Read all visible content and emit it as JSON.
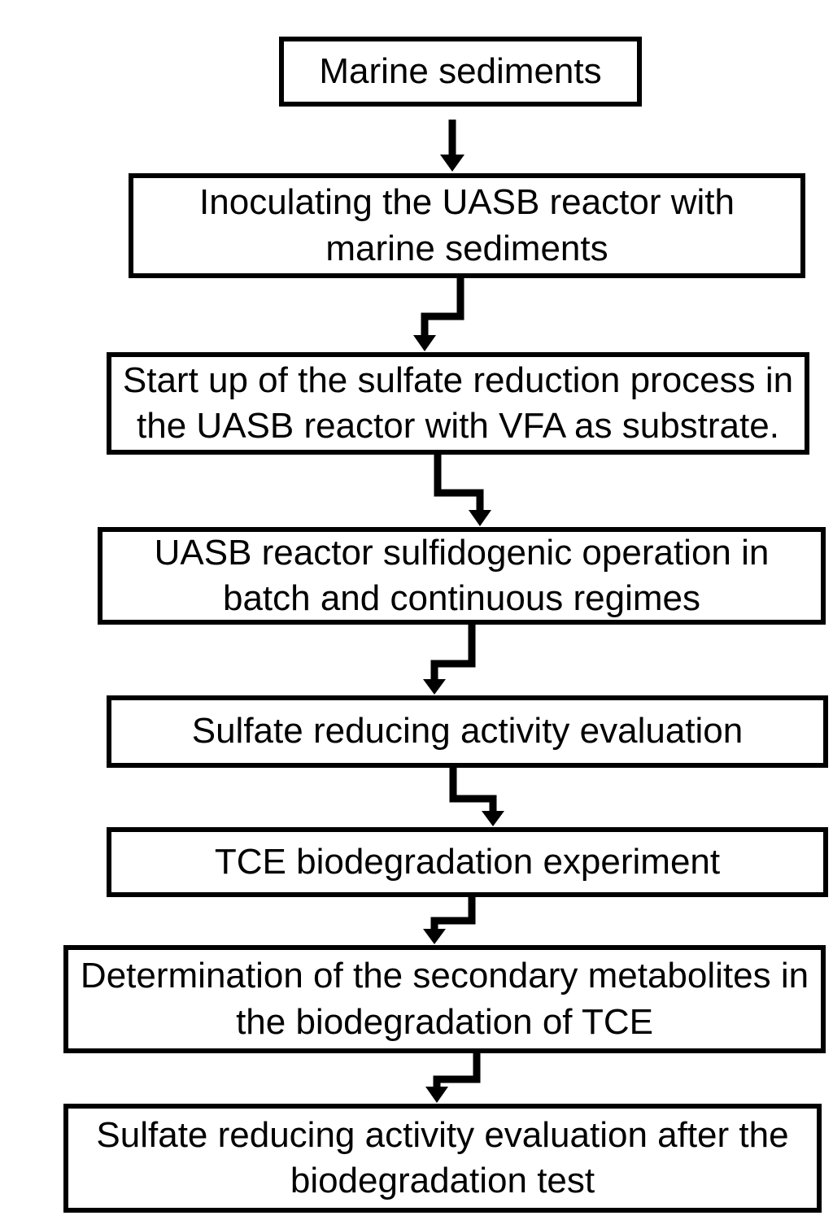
{
  "flowchart": {
    "background_color": "#ffffff",
    "box_fill_color": "#ffffff",
    "box_border_color": "#000000",
    "text_color": "#000000",
    "arrow_color": "#000000",
    "steps": [
      {
        "id": 1,
        "label": "Marine sediments"
      },
      {
        "id": 2,
        "label": "Inoculating the UASB reactor with\nmarine sediments"
      },
      {
        "id": 3,
        "label": "Start up of the sulfate reduction process in\nthe UASB reactor with VFA as substrate."
      },
      {
        "id": 4,
        "label": "UASB reactor sulfidogenic operation in\nbatch and continuous regimes"
      },
      {
        "id": 5,
        "label": "Sulfate reducing activity evaluation"
      },
      {
        "id": 6,
        "label": "TCE biodegradation experiment"
      },
      {
        "id": 7,
        "label": "Determination of the secondary metabolites in\nthe biodegradation of TCE"
      },
      {
        "id": 8,
        "label": "Sulfate reducing activity evaluation after the\nbiodegradation test"
      }
    ],
    "connectors": [
      {
        "from": 1,
        "to": 2,
        "shape": "straight-down"
      },
      {
        "from": 2,
        "to": 3,
        "shape": "step-left"
      },
      {
        "from": 3,
        "to": 4,
        "shape": "step-right"
      },
      {
        "from": 4,
        "to": 5,
        "shape": "step-left"
      },
      {
        "from": 5,
        "to": 6,
        "shape": "step-right"
      },
      {
        "from": 6,
        "to": 7,
        "shape": "step-left"
      },
      {
        "from": 7,
        "to": 8,
        "shape": "step-left"
      }
    ]
  }
}
